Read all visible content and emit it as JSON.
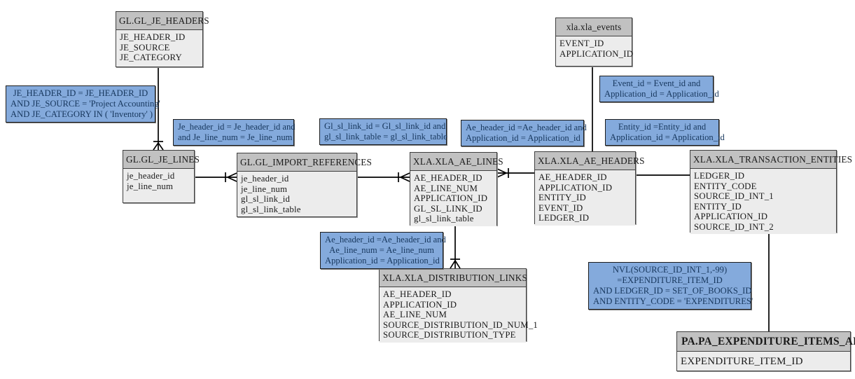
{
  "diagram": {
    "type": "entity-relationship-join-diagram",
    "colors": {
      "table_header_bg": "#c1c1c1",
      "table_body_bg": "#ececec",
      "table_border": "#3f3f3f",
      "annotation_bg": "#84aadc",
      "annotation_text": "#17375d",
      "connector": "#000000"
    }
  },
  "tables": [
    {
      "id": "gl_je_headers",
      "name": "GL.GL_JE_HEADERS",
      "fields": [
        "JE_HEADER_ID",
        "JE_SOURCE",
        "JE_CATEGORY"
      ]
    },
    {
      "id": "xla_events",
      "name": "xla.xla_events",
      "fields": [
        "EVENT_ID",
        "APPLICATION_ID"
      ]
    },
    {
      "id": "gl_je_lines",
      "name": "GL.GL_JE_LINES",
      "fields": [
        "je_header_id",
        "je_line_num"
      ]
    },
    {
      "id": "gl_import_references",
      "name": "GL.GL_IMPORT_REFERENCES",
      "fields": [
        "je_header_id",
        "je_line_num",
        "gl_sl_link_id",
        "gl_sl_link_table"
      ]
    },
    {
      "id": "xla_ae_lines",
      "name": "XLA.XLA_AE_LINES",
      "fields": [
        "AE_HEADER_ID",
        "AE_LINE_NUM",
        "APPLICATION_ID",
        "GL_SL_LINK_ID",
        "gl_sl_link_table"
      ]
    },
    {
      "id": "xla_ae_headers",
      "name": "XLA.XLA_AE_HEADERS",
      "fields": [
        "AE_HEADER_ID",
        "APPLICATION_ID",
        "ENTITY_ID",
        "EVENT_ID",
        "LEDGER_ID"
      ]
    },
    {
      "id": "xla_transaction_entities",
      "name": "XLA.XLA_TRANSACTION_ENTITIES",
      "fields": [
        "LEDGER_ID",
        "ENTITY_CODE",
        "SOURCE_ID_INT_1",
        "ENTITY_ID",
        "APPLICATION_ID",
        "SOURCE_ID_INT_2"
      ]
    },
    {
      "id": "xla_distribution_links",
      "name": "XLA.XLA_DISTRIBUTION_LINKS",
      "fields": [
        "AE_HEADER_ID",
        "APPLICATION_ID",
        "AE_LINE_NUM",
        "SOURCE_DISTRIBUTION_ID_NUM_1",
        "SOURCE_DISTRIBUTION_TYPE"
      ]
    },
    {
      "id": "pa_expenditure_items_all",
      "name": "PA.PA_EXPENDITURE_ITEMS_ALL",
      "fields": [
        "EXPENDITURE_ITEM_ID"
      ],
      "large": true
    }
  ],
  "annotations": [
    {
      "id": "join_je_headers_lines",
      "lines": [
        "JE_HEADER_ID = JE_HEADER_ID",
        "AND JE_SOURCE = 'Project Accounting'",
        "AND JE_CATEGORY IN ( 'Inventory'  )"
      ]
    },
    {
      "id": "join_je_lines_import",
      "lines": [
        "Je_header_id = Je_header_id and",
        "and Je_line_num =  Je_line_num"
      ]
    },
    {
      "id": "join_import_ae_lines",
      "lines": [
        "Gl_sl_link_id = Gl_sl_link_id and",
        "gl_sl_link_table = gl_sl_link_table"
      ]
    },
    {
      "id": "join_ae_lines_headers",
      "lines": [
        "Ae_header_id =Ae_header_id and",
        "Application_id = Application_id"
      ]
    },
    {
      "id": "join_events_headers",
      "lines": [
        "Event_id = Event_id and",
        "Application_id = Application_id"
      ]
    },
    {
      "id": "join_entities_headers",
      "lines": [
        "Entity_id =Entity_id and",
        "Application_id = Application_id"
      ]
    },
    {
      "id": "join_ae_lines_dist",
      "lines": [
        "Ae_header_id =Ae_header_id and",
        "Ae_line_num = Ae_line_num",
        "Application_id = Application_id"
      ]
    },
    {
      "id": "join_entities_pa",
      "lines": [
        "NVL(SOURCE_ID_INT_1,-99)",
        "=EXPENDITURE_ITEM_ID",
        "AND LEDGER_ID = SET_OF_BOOKS_ID",
        "AND ENTITY_CODE =  'EXPENDITURES'"
      ]
    }
  ]
}
